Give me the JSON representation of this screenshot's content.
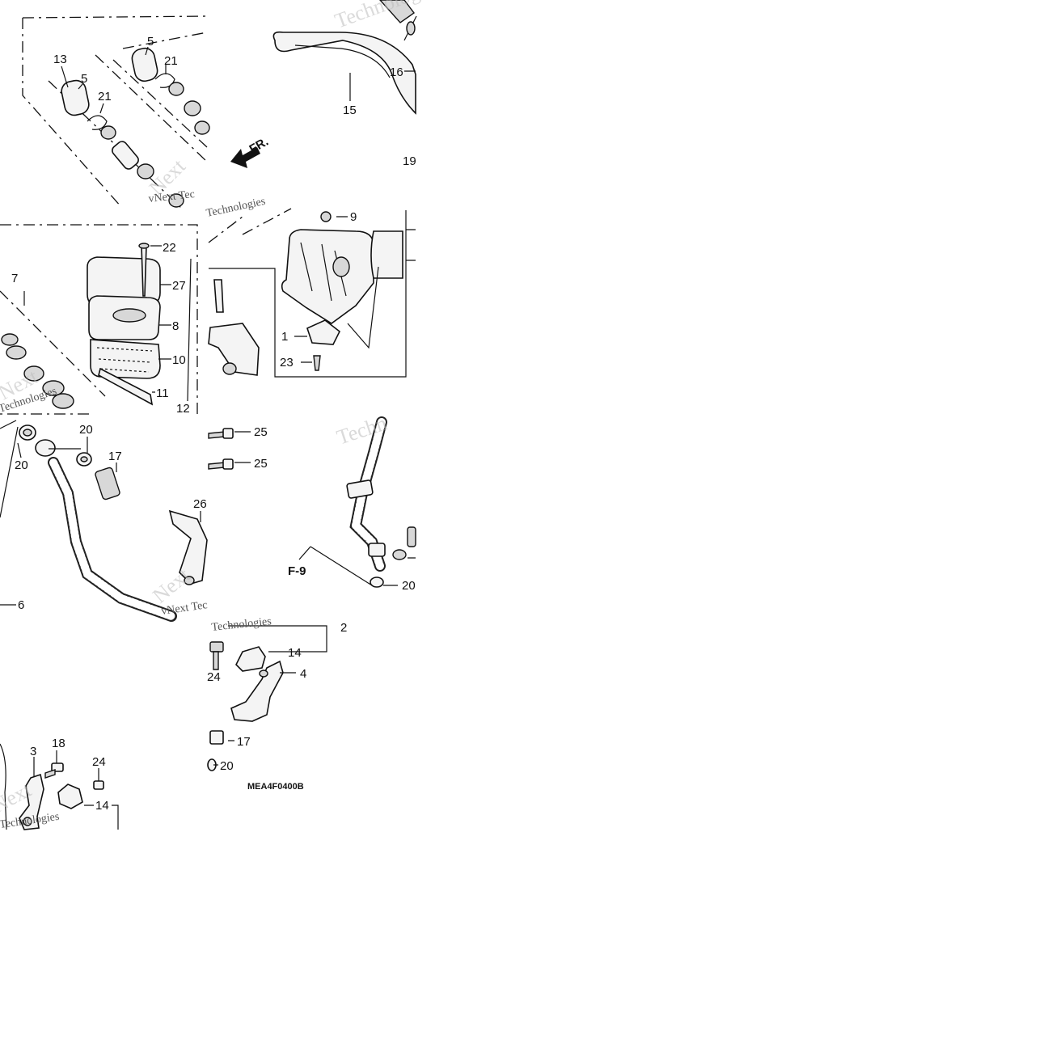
{
  "diagram": {
    "code": "MEA4F0400B",
    "direction_label": "FR.",
    "reference_label": "F-9",
    "watermark_lines": [
      "Next",
      "Technologies",
      "vNext Tec",
      "Technologies"
    ],
    "callouts": [
      {
        "id": "c13",
        "text": "13"
      },
      {
        "id": "c5a",
        "text": "5"
      },
      {
        "id": "c21a",
        "text": "21"
      },
      {
        "id": "c5b",
        "text": "5"
      },
      {
        "id": "c21b",
        "text": "21"
      },
      {
        "id": "c16",
        "text": "16"
      },
      {
        "id": "c15",
        "text": "15"
      },
      {
        "id": "c19",
        "text": "19"
      },
      {
        "id": "c7",
        "text": "7"
      },
      {
        "id": "c22",
        "text": "22"
      },
      {
        "id": "c27",
        "text": "27"
      },
      {
        "id": "c8",
        "text": "8"
      },
      {
        "id": "c10",
        "text": "10"
      },
      {
        "id": "c11",
        "text": "11"
      },
      {
        "id": "c12",
        "text": "12"
      },
      {
        "id": "c9",
        "text": "9"
      },
      {
        "id": "c1",
        "text": "1"
      },
      {
        "id": "c23",
        "text": "23"
      },
      {
        "id": "c20a",
        "text": "20"
      },
      {
        "id": "c20b",
        "text": "20"
      },
      {
        "id": "c17a",
        "text": "17"
      },
      {
        "id": "c25a",
        "text": "25"
      },
      {
        "id": "c25b",
        "text": "25"
      },
      {
        "id": "c26",
        "text": "26"
      },
      {
        "id": "c6",
        "text": "6"
      },
      {
        "id": "c20c",
        "text": "20"
      },
      {
        "id": "c2",
        "text": "2"
      },
      {
        "id": "c14a",
        "text": "14"
      },
      {
        "id": "c24a",
        "text": "24"
      },
      {
        "id": "c4",
        "text": "4"
      },
      {
        "id": "c17b",
        "text": "17"
      },
      {
        "id": "c20d",
        "text": "20"
      },
      {
        "id": "c3",
        "text": "3"
      },
      {
        "id": "c18",
        "text": "18"
      },
      {
        "id": "c24b",
        "text": "24"
      },
      {
        "id": "c14b",
        "text": "14"
      }
    ]
  }
}
